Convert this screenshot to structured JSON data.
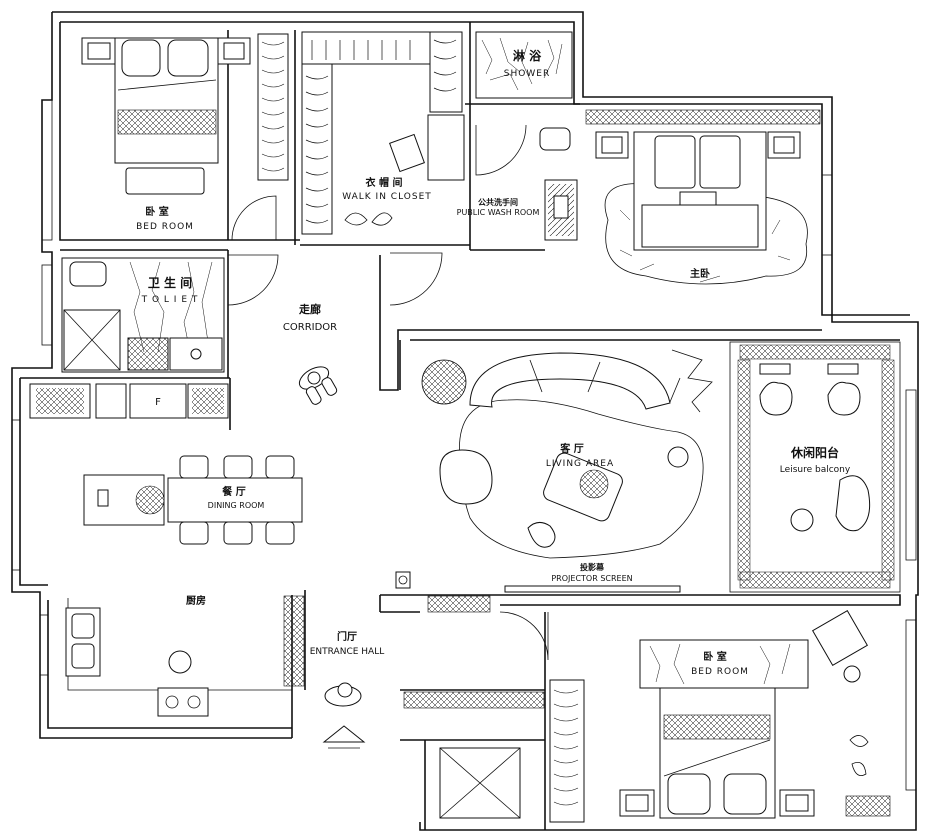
{
  "rooms": {
    "bedroom_nw": {
      "zh": "卧 室",
      "en": "BED  ROOM"
    },
    "walkin": {
      "zh": "衣 帽 间",
      "en": "WALK IN CLOSET"
    },
    "shower": {
      "zh": "淋 浴",
      "en": "SHOWER"
    },
    "public_wash": {
      "zh": "公共洗手间",
      "en": "PUBLIC WASH ROOM"
    },
    "master": {
      "zh": "主卧"
    },
    "toilet": {
      "zh": "卫 生 间",
      "en": "T O L I E T"
    },
    "corridor": {
      "zh": "走廊",
      "en": "CORRIDOR"
    },
    "living": {
      "zh": "客 厅",
      "en": "LIVING     AREA"
    },
    "balcony": {
      "zh": "休闲阳台",
      "en": "Leisure balcony"
    },
    "dining": {
      "zh": "餐 厅",
      "en": "DINING ROOM"
    },
    "kitchen": {
      "zh": "厨房"
    },
    "entrance": {
      "zh": "门厅",
      "en": "ENTRANCE HALL"
    },
    "projector": {
      "zh": "投影幕",
      "en": "PROJECTOR SCREEN"
    },
    "bedroom_se": {
      "zh": "卧 室",
      "en": "BED   ROOM"
    }
  },
  "fridge_label": "F"
}
